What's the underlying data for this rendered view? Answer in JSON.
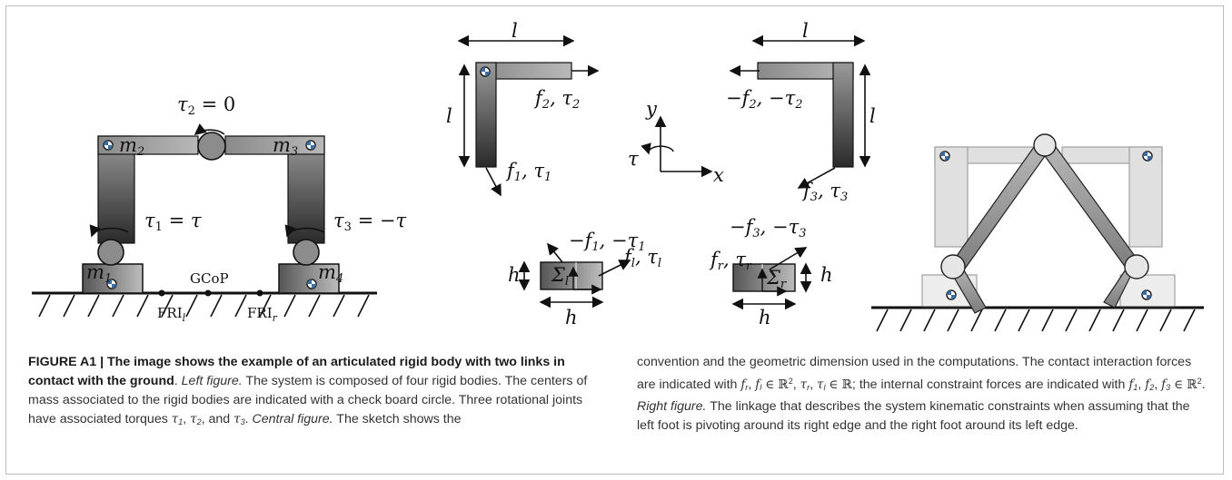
{
  "figure": {
    "left_panel": {
      "mass_labels": [
        "m1",
        "m2",
        "m3",
        "m4"
      ],
      "torque_top": "τ2 = 0",
      "torque_left": "τ1 = τ",
      "torque_right": "τ3 = −τ",
      "point_labels": [
        "FRIl",
        "GCoP",
        "FRIr"
      ]
    },
    "center_panel": {
      "dimension_label_l": "l",
      "dimension_label_h": "h",
      "axis_x": "x",
      "axis_y": "y",
      "axis_tau": "τ",
      "frame_left": "Σl",
      "frame_right": "Σr",
      "force_labels": [
        "f2, τ2",
        "f1, τ1",
        "−f2, −τ2",
        "f3, τ3",
        "−f1, −τ1",
        "fl, τl",
        "fr, τr",
        "−f3, −τ3"
      ]
    }
  },
  "caption": {
    "label": "FIGURE A1 |",
    "title": "The image shows the example of an articulated rigid body with two links in contact with the ground",
    "left_figure_label": "Left figure.",
    "left_text_1": "The system is composed of four rigid bodies. The centers of mass associated to the rigid bodies are indicated with a check board circle. Three rotational joints have associated torques",
    "central_figure_label": "Central figure.",
    "central_text": "The sketch shows the convention and the geometric dimension used in the computations. The contact interaction forces are indicated with",
    "internal_text": "the internal constraint forces are indicated with",
    "right_figure_label": "Right figure.",
    "right_text": "The linkage that describes the system kinematic constraints when assuming that the left foot is pivoting around its right edge and the right foot around its left edge."
  }
}
